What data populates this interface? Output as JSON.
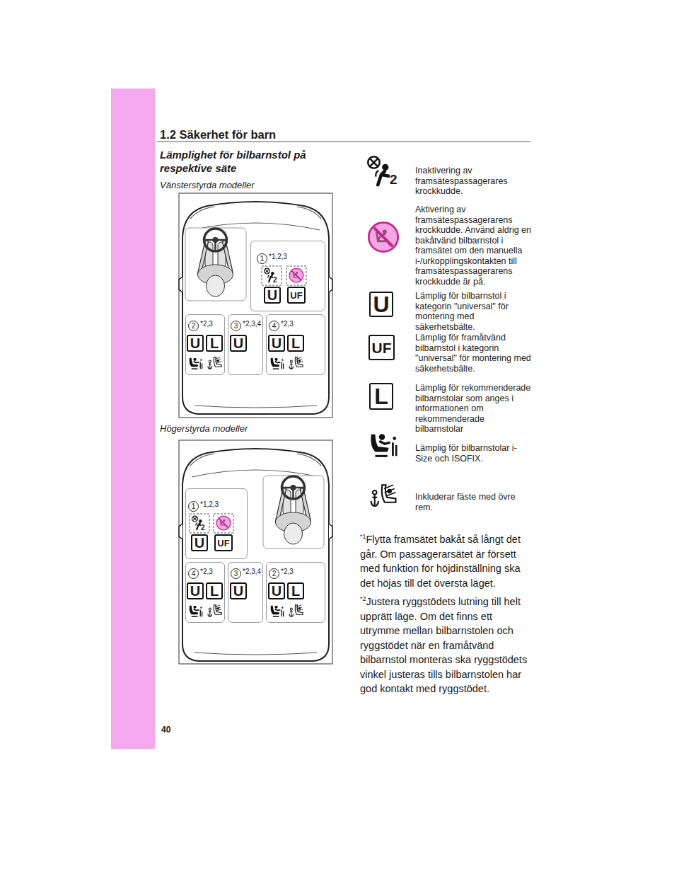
{
  "diagram": {
    "title": "Lämplighet för bilbarnstol på respektive säte",
    "nodes": [
      {
        "text": [
          "1",
          "*1,2,3"
        ]
      },
      {
        "text": [
          "U"
        ],
        "in": 0
      },
      {
        "text": [
          "UF"
        ],
        "in": 0
      },
      {
        "text": [
          "2",
          "*2,3"
        ]
      },
      {
        "text": [
          "U"
        ],
        "in": 3
      },
      {
        "text": [
          "L"
        ],
        "in": 3
      },
      {
        "text": [
          "3",
          "*2,3,4"
        ]
      },
      {
        "text": [
          "U"
        ],
        "in": 6
      },
      {
        "text": [
          "4",
          "*2,3"
        ]
      },
      {
        "text": [
          "U"
        ],
        "in": 8
      },
      {
        "text": [
          "L"
        ],
        "in": 8
      },
      {
        "text": [
          "1",
          "*1,2,3"
        ]
      },
      {
        "text": [
          "U"
        ],
        "in": 11
      },
      {
        "text": [
          "UF"
        ],
        "in": 11
      },
      {
        "text": [
          "4",
          "*2,3"
        ]
      },
      {
        "text": [
          "U"
        ],
        "in": 14
      },
      {
        "text": [
          "L"
        ],
        "in": 14
      },
      {
        "text": [
          "3",
          "*2,3,4"
        ]
      },
      {
        "text": [
          "U"
        ],
        "in": 17
      },
      {
        "text": [
          "2",
          "*2,3"
        ]
      },
      {
        "text": [
          "U"
        ],
        "in": 19
      },
      {
        "text": [
          "L"
        ],
        "in": 19
      },
      {
        "text": [
          "U"
        ]
      },
      {
        "text": [
          "UF"
        ]
      },
      {
        "text": [
          "L"
        ]
      }
    ],
    "labels": [
      "1.2 Säkerhet för barn",
      "Vänsterstyrda modeller",
      "Högerstyrda modeller",
      "2",
      "2",
      "2",
      "*1",
      "Flytta framsätet bakåt så långt det går. Om passagerarsätet är försett med funktion för höjdinställning ska det höjas till det översta läget.",
      "*2",
      "Justera ryggstödets lutning till helt upprätt läge. Om det finns ett utrymme mellan bilbarnstolen och ryggstödet när en framåtvänd bilbarnstol monteras ska ryggstödets vinkel justeras tills bilbarnstolen har god kontakt med ryggstödet.",
      "40"
    ],
    "legend": [
      {
        "text": "Inaktivering av framsätespassagerares krockkudde."
      },
      {
        "text": "Aktivering av framsätespassagerarens krockkudde. Använd aldrig en bakåtvänd bilbarnstol i framsätet om den manuella i-/urkopplingskontakten till framsätespassagerarens krockkudde är på."
      },
      {
        "text": "Lämplig för bilbarnstol i kategorin \"universal\" för montering med säkerhetsbälte."
      },
      {
        "text": "Lämplig för framåtvänd bilbarnstol i kategorin \"universal\" för montering med säkerhetsbälte."
      },
      {
        "text": "Lämplig för rekommenderade bilbarnstolar som anges i informationen om rekommenderade bilbarnstolar"
      },
      {
        "text": "Lämplig för bilbarnstolar i-Size och ISOFIX."
      },
      {
        "text": "Inkluderar fäste med övre rem."
      }
    ]
  }
}
